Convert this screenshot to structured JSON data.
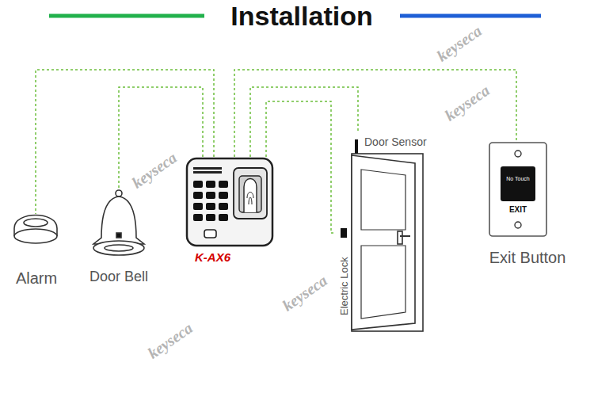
{
  "diagram": {
    "title": "Installation",
    "nodes": [
      {
        "text": [
          "Alarm"
        ]
      },
      {
        "text": [
          "Door Bell"
        ]
      },
      {
        "text": [
          "K-AX6"
        ]
      },
      {
        "text": [
          "Door Sensor",
          "Electric Lock"
        ]
      },
      {
        "text": [
          "No Touch",
          "EXIT",
          "Exit Button"
        ]
      }
    ],
    "edges": [
      {
        "from": 2,
        "to": 0,
        "arrow": "none"
      },
      {
        "from": 2,
        "to": 1,
        "arrow": "none"
      },
      {
        "from": 2,
        "to": 3,
        "arrow": "none"
      },
      {
        "from": 2,
        "to": 3,
        "arrow": "none"
      },
      {
        "from": 2,
        "to": 4,
        "arrow": "none"
      }
    ],
    "labels": [
      "keyseca",
      "keyseca",
      "keyseca",
      "keyseca",
      "keyseca"
    ]
  }
}
